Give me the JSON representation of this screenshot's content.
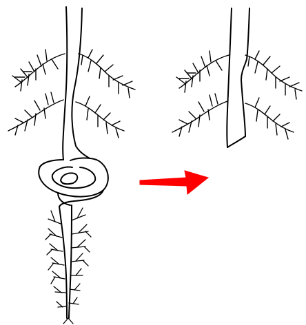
{
  "diagram": {
    "panels": [
      {
        "role": "before",
        "subject": "circling-root",
        "icon": "root-system-with-circling-root"
      },
      {
        "role": "after",
        "subject": "cut-root",
        "icon": "root-system-with-circling-portion-removed"
      }
    ],
    "connector": {
      "icon": "arrow-right-icon",
      "color": "#ff0000"
    },
    "colors": {
      "ink": "#000000",
      "background": "#ffffff",
      "arrow": "#ff0000"
    }
  }
}
